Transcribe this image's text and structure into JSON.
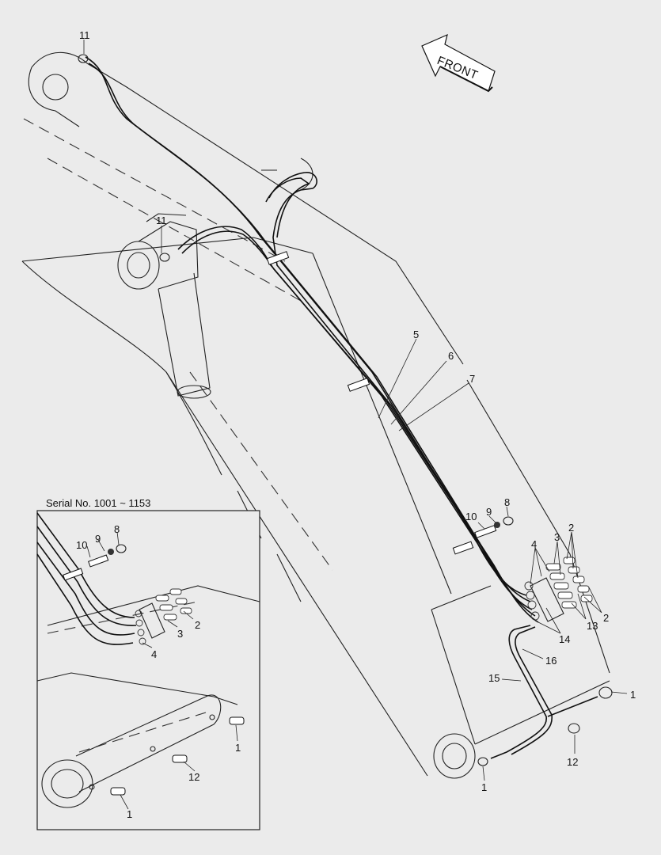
{
  "front_label": "FRONT",
  "inset_title": "Serial No. 1001 ~ 1153",
  "callouts": {
    "c11a": "11",
    "c11b": "11",
    "c5": "5",
    "c6": "6",
    "c7": "7",
    "c10": "10",
    "c9": "9",
    "c8": "8",
    "c4": "4",
    "c3": "3",
    "c2a": "2",
    "c2b": "2",
    "c13": "13",
    "c14": "14",
    "c16": "16",
    "c15": "15",
    "c1a": "1",
    "c1b": "1",
    "c12": "12",
    "i10": "10",
    "i9": "9",
    "i8": "8",
    "i2": "2",
    "i3": "3",
    "i4": "4",
    "i1a": "1",
    "i12": "12",
    "i1b": "1"
  }
}
